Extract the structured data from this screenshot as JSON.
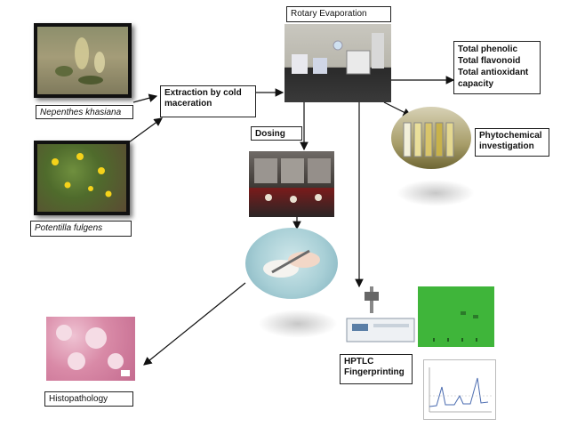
{
  "nodes": {
    "nepenthes": "Nepenthes khasiana",
    "potentilla": "Potentilla fulgens",
    "extraction": "Extraction by cold maceration",
    "rotary": "Rotary Evaporation",
    "totals": [
      "Total phenolic",
      "Total flavonoid",
      "Total antioxidant",
      "capacity"
    ],
    "phyto": "Phytochemical investigation",
    "dosing": "Dosing",
    "histo": "Histopathology",
    "hptlc": "HPTLC Fingerprinting"
  },
  "colors": {
    "arrow": "#111111",
    "tlc_plate": "#3fb53a",
    "tissue": "#d98aa7"
  }
}
